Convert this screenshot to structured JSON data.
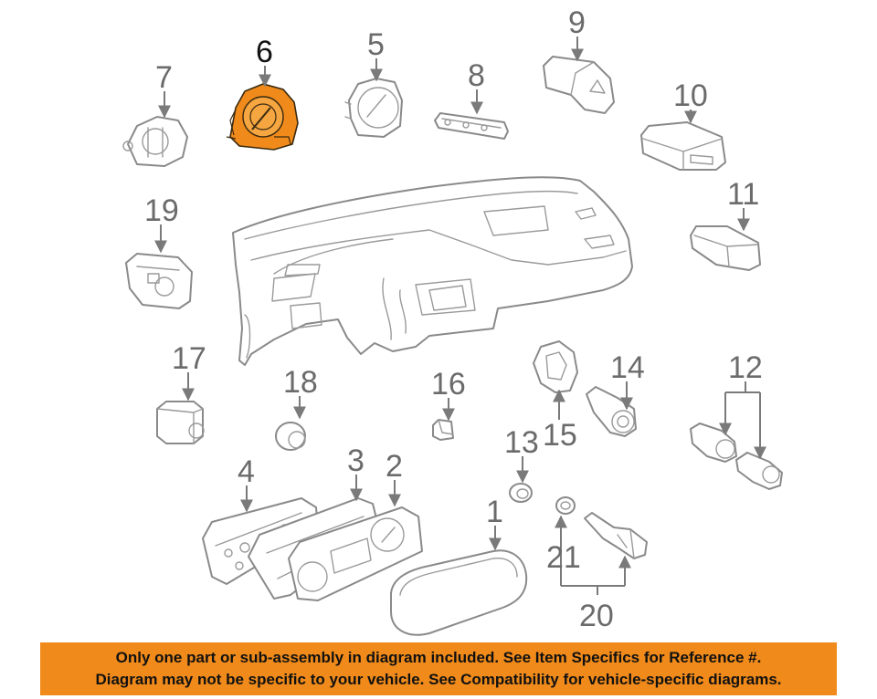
{
  "callouts": {
    "c1": "1",
    "c2": "2",
    "c3": "3",
    "c4": "4",
    "c5": "5",
    "c6": "6",
    "c7": "7",
    "c8": "8",
    "c9": "9",
    "c10": "10",
    "c11": "11",
    "c12": "12",
    "c13": "13",
    "c14": "14",
    "c15": "15",
    "c16": "16",
    "c17": "17",
    "c18": "18",
    "c19": "19",
    "c20": "20",
    "c21": "21"
  },
  "highlighted_part": "6",
  "colors": {
    "highlight": "#f08a1a",
    "line_art": "#8a8a8a",
    "banner": "#f08a1a"
  },
  "notice": {
    "line1": "Only one part or sub-assembly in diagram included. See Item Specifics for Reference #.",
    "line2": "Diagram may not be specific to your vehicle. See Compatibility for vehicle-specific diagrams."
  }
}
